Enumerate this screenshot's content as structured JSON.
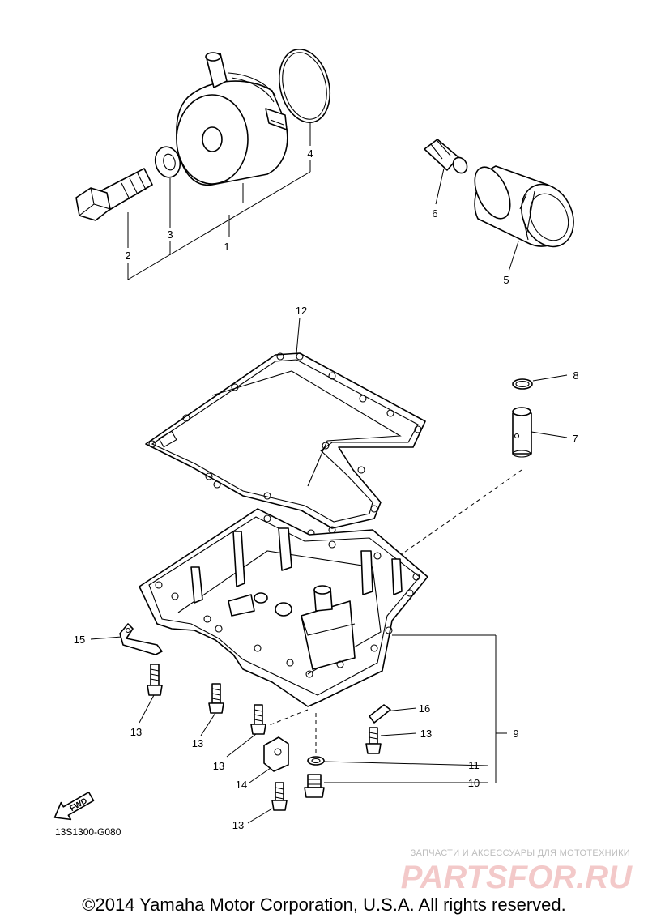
{
  "parts": [
    {
      "id": "part-1",
      "label": "1"
    },
    {
      "id": "part-2",
      "label": "2"
    },
    {
      "id": "part-3",
      "label": "3"
    },
    {
      "id": "part-4",
      "label": "4"
    },
    {
      "id": "part-5",
      "label": "5"
    },
    {
      "id": "part-6",
      "label": "6"
    },
    {
      "id": "part-7",
      "label": "7"
    },
    {
      "id": "part-8",
      "label": "8"
    },
    {
      "id": "part-9",
      "label": "9"
    },
    {
      "id": "part-10",
      "label": "10"
    },
    {
      "id": "part-11",
      "label": "11"
    },
    {
      "id": "part-12",
      "label": "12"
    },
    {
      "id": "part-13",
      "label": "13"
    },
    {
      "id": "part-14",
      "label": "14"
    },
    {
      "id": "part-15",
      "label": "15"
    },
    {
      "id": "part-16",
      "label": "16"
    }
  ],
  "fwd_label": "FWD",
  "diagram_code": "13S1300-G080",
  "watermark": {
    "tagline": "ЗАПЧАСТИ И АКСЕССУАРЫ ДЛЯ МОТОТЕХНИКИ",
    "site": "PARTSFOR.RU"
  },
  "copyright": "©2014 Yamaha Motor Corporation, U.S.A. All rights reserved."
}
